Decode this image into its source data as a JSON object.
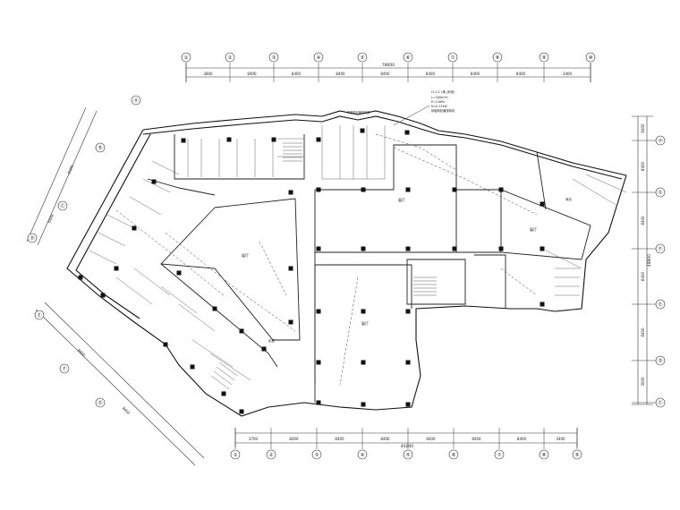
{
  "top_axes": [
    "①",
    "②",
    "③",
    "④",
    "⑤",
    "⑥",
    "⑦",
    "⑧",
    "⑨",
    "⑩"
  ],
  "top_total_dim": "78000",
  "top_segment_dims": [
    "3800",
    "8400",
    "8400",
    "8400",
    "8400",
    "8400",
    "8400",
    "8400",
    "3400"
  ],
  "bottom_axes": [
    "①",
    "②",
    "③",
    "④",
    "⑤",
    "⑥",
    "⑦",
    "⑧",
    "⑨"
  ],
  "bottom_total_dim": "40200",
  "bottom_segment_dims": [
    "3700",
    "8400",
    "8400",
    "8400",
    "8400",
    "8400",
    "8400",
    "3400"
  ],
  "right_axes": [
    "Ⓗ",
    "Ⓖ",
    "Ⓕ",
    "Ⓔ",
    "Ⓓ",
    "Ⓒ"
  ],
  "right_total_dim": "48800",
  "right_segment_dims": [
    "8400",
    "8400",
    "8400",
    "8400",
    "8400",
    "3000"
  ],
  "left_axes": [
    "Ⓐ",
    "Ⓑ",
    "Ⓒ",
    "Ⓓ",
    "Ⓔ",
    "Ⓕ",
    "Ⓖ"
  ],
  "left_dims": [
    "8400",
    "8400",
    "8400",
    "8400"
  ],
  "rooms": {
    "main_hall_a": "展厅",
    "main_hall_b": "展厅",
    "main_hall_c": "展厅",
    "side_hall": "展厅",
    "corridor": "走廊",
    "shop": "商店"
  },
  "notes": {
    "note_title": "H-1-1 (单_系统)",
    "note_lines": [
      "L=300m³/h",
      "P=150Pa",
      "N=0.37kW",
      "排烟风机兼排风机"
    ],
    "callout": "排烟风机兼排风机"
  }
}
